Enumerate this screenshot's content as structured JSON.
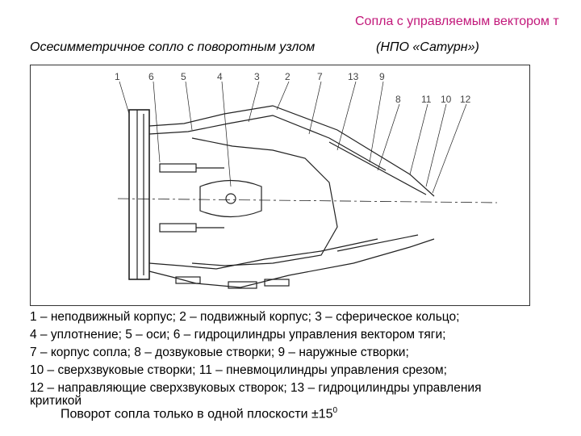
{
  "header": {
    "title": "Сопла с управляемым вектором т",
    "subtitle_left": "Осесимметричное сопло с поворотным узлом",
    "subtitle_right": "(НПО «Сатурн»)"
  },
  "diagram": {
    "callouts": [
      "1",
      "6",
      "5",
      "4",
      "3",
      "2",
      "7",
      "13",
      "9",
      "8",
      "11",
      "10",
      "12"
    ]
  },
  "legend": [
    "1 – неподвижный корпус; 2 – подвижный корпус; 3 – сферическое кольцо;",
    "4 – уплотнение; 5 – оси; 6 – гидроцилиндры управления вектором тяги;",
    "7 – корпус сопла; 8 – дозвуковые створки; 9 – наружные створки;",
    "10 – сверхзвуковые створки; 11 – пневмоцилиндры управления срезом;",
    "12 – направляющие сверхзвуковых створок; 13 – гидроцилиндры управления",
    "критикой"
  ],
  "footnote": {
    "text": "Поворот сопла  только в одной  плоскости  ±15",
    "sup": "0"
  }
}
